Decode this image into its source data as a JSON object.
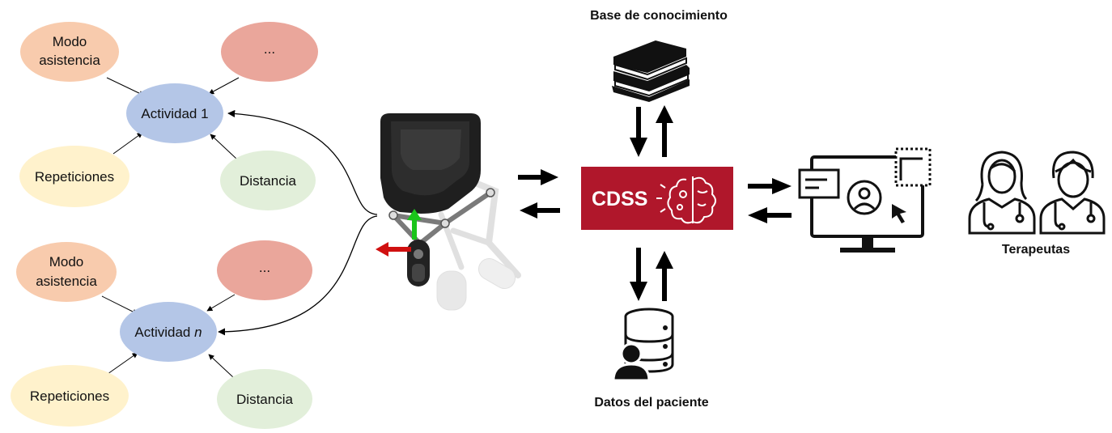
{
  "groups": [
    {
      "center": {
        "label": "Actividad ",
        "suffix": "1",
        "suffix_italic": false
      },
      "modo": {
        "line1": "Modo",
        "line2": "asistencia"
      },
      "otro": "...",
      "repeticiones": "Repeticiones",
      "distancia": "Distancia"
    },
    {
      "center": {
        "label": "Actividad ",
        "suffix": "n",
        "suffix_italic": true
      },
      "modo": {
        "line1": "Modo",
        "line2": "asistencia"
      },
      "otro": "...",
      "repeticiones": "Repeticiones",
      "distancia": "Distancia"
    }
  ],
  "knowledge_base_label": "Base de conocimiento",
  "cdss_label": "CDSS",
  "patient_data_label": "Datos del paciente",
  "therapists_label": "Terapeutas",
  "colors": {
    "modo": "#f8cbad",
    "otro": "#eaa69b",
    "actividad": "#b4c6e7",
    "repeticiones": "#fff2cc",
    "distancia": "#e2efda",
    "cdss": "#b0172b",
    "robot_green": "#1bc41b",
    "robot_red": "#d01010"
  },
  "icons": [
    "books-icon",
    "brain-gears-icon",
    "database-user-icon",
    "monitor-user-icon",
    "therapist-female-icon",
    "therapist-male-icon",
    "robot-exoskeleton-icon"
  ]
}
